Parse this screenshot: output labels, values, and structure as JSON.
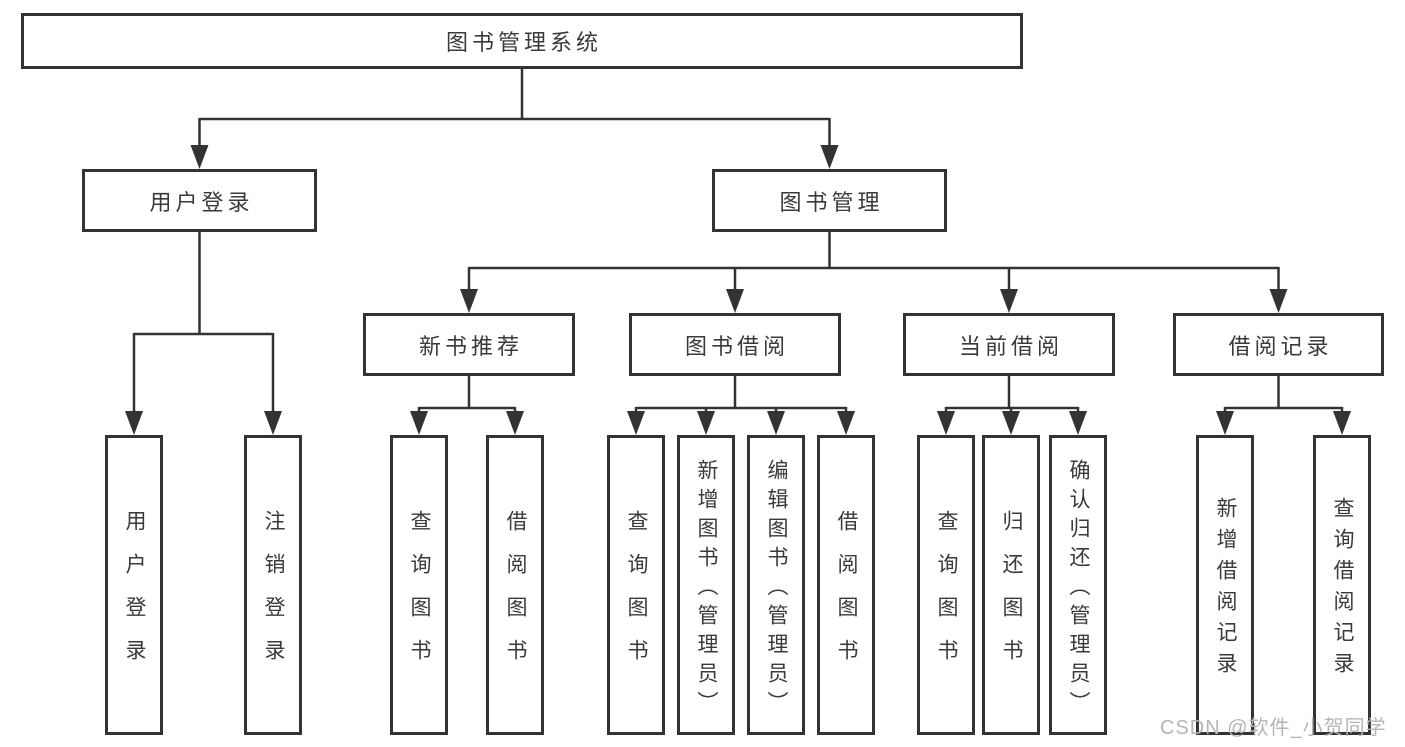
{
  "tree": {
    "root": {
      "label": "图书管理系统"
    },
    "level2": [
      {
        "label": "用户登录"
      },
      {
        "label": "图书管理"
      }
    ],
    "level3": [
      {
        "label": "新书推荐"
      },
      {
        "label": "图书借阅"
      },
      {
        "label": "当前借阅"
      },
      {
        "label": "借阅记录"
      }
    ],
    "leaves": [
      {
        "label": "用户登录"
      },
      {
        "label": "注销登录"
      },
      {
        "label": "查询图书"
      },
      {
        "label": "借阅图书"
      },
      {
        "label": "查询图书"
      },
      {
        "label": "新增图书（管理员）"
      },
      {
        "label": "编辑图书（管理员）"
      },
      {
        "label": "借阅图书"
      },
      {
        "label": "查询图书"
      },
      {
        "label": "归还图书"
      },
      {
        "label": "确认归还（管理员）"
      },
      {
        "label": "新增借阅记录"
      },
      {
        "label": "查询借阅记录"
      }
    ]
  },
  "colors": {
    "line": "#333333",
    "text": "#3a3a3a",
    "watermark": "#b5b5b5"
  },
  "watermark": "CSDN @软件_小贺同学"
}
